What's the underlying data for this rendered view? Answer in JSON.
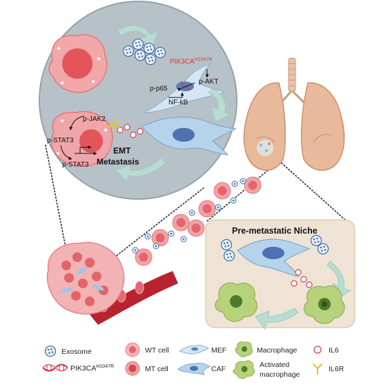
{
  "labels": {
    "pik3ca_mut": "PIK3CA",
    "pik3ca_sup": "H1047R",
    "p_akt": "p-AKT",
    "p_p65": "p-p65",
    "nf_kb": "NF-kB",
    "p_jak2": "p-JAK2",
    "p_stat3_a": "p-STAT3",
    "p_stat3_b": "p-STAT3",
    "emt": "EMT",
    "metastasis": "Metastasis",
    "niche_title": "Pre-metastatic Niche"
  },
  "legend": {
    "exosome": "Exosome",
    "pik3ca": "PIK3CA",
    "pik3ca_sup": "H1047R",
    "wt_cell": "WT cell",
    "mt_cell": "MT cell",
    "mef": "MEF",
    "caf": "CAF",
    "macrophage": "Macrophage",
    "activated_1": "Activated",
    "activated_2": "macrophage",
    "il6": "IL6",
    "il6r": "IL6R"
  },
  "colors": {
    "circle_bg": "#b7c1c8",
    "circle_border": "#8b9aa5",
    "niche_bg": "#efe3d6",
    "niche_border": "#d9c3ab",
    "mut_label": "#e5342a",
    "tumor_cell": "#e66b6f",
    "caf_blue": "#a9cbe6",
    "mef_blue": "#d9e9f6",
    "macrophage_green": "#b7d27a",
    "lung": "#e8b99a",
    "il6_ring": "#e07a7a",
    "il6r_yellow": "#e6c23a",
    "arrow_teal": "#b8dcd2"
  },
  "icons": [
    "exosome-icon",
    "dna-helix-icon",
    "tumor-cell-icon",
    "fibroblast-icon",
    "macrophage-icon",
    "il6-icon",
    "il6r-icon",
    "lung-icon",
    "blood-vessel-icon"
  ]
}
